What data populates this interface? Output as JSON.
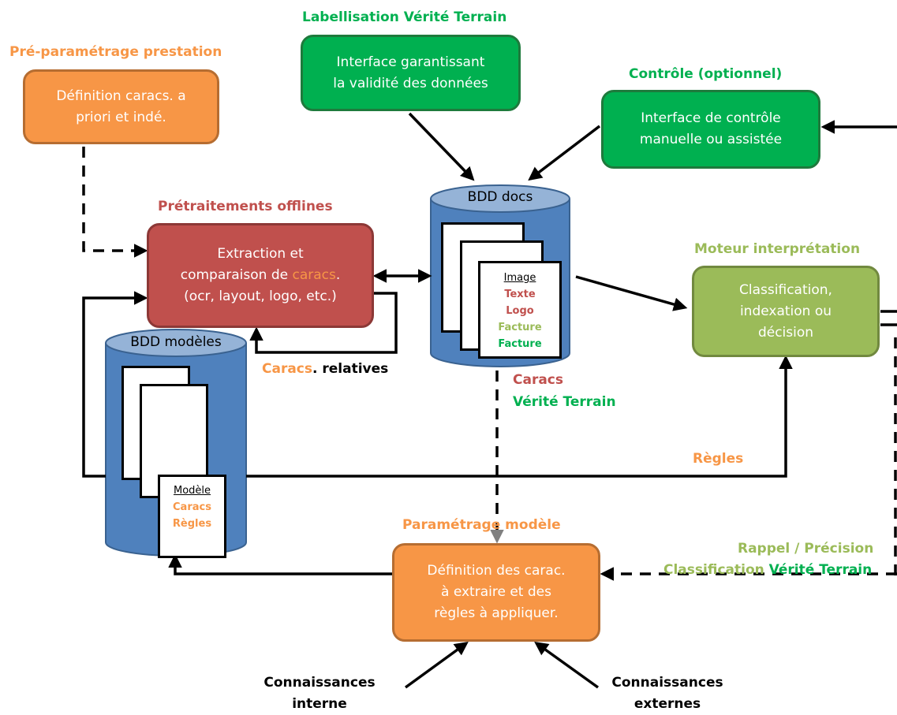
{
  "labels": {
    "pre_param": "Pré-paramétrage prestation",
    "labellisation": "Labellisation Vérité Terrain",
    "controle": "Contrôle (optionnel)",
    "pretraitements": "Prétraitements offlines",
    "moteur": "Moteur interprétation",
    "caracs_relatives_a": "Caracs",
    "caracs_relatives_b": ". relatives",
    "caracs_vt_1": "Caracs",
    "caracs_vt_2": "Vérité Terrain",
    "regles": "Règles",
    "param_modele": "Paramétrage modèle",
    "rappel": "Rappel / Précision",
    "classif_a": "Classification",
    "classif_b": "Vérité Terrain",
    "conn_interne_1": "Connaissances",
    "conn_interne_2": "interne",
    "conn_externes_1": "Connaissances",
    "conn_externes_2": "externes"
  },
  "boxes": {
    "pre_param": {
      "line1": "Définition caracs. a",
      "line2": "priori et indé."
    },
    "labellisation": {
      "line1": "Interface garantissant",
      "line2": "la validité des données"
    },
    "controle": {
      "line1": "Interface de contrôle",
      "line2": "manuelle ou assistée"
    },
    "pretraitements": {
      "line1": "Extraction et",
      "line2a": "comparaison de ",
      "line2b": "caracs",
      "line2c": ".",
      "line3": "(ocr, layout, logo, etc.)"
    },
    "moteur": {
      "line1": "Classification,",
      "line2": "indexation ou",
      "line3": "décision"
    },
    "param_modele": {
      "line1": "Définition des carac.",
      "line2": "à extraire et des",
      "line3": "règles à appliquer."
    }
  },
  "bdd_docs": {
    "title": "BDD docs",
    "items": [
      "Image",
      "Texte",
      "Logo",
      "Facture",
      "Facture"
    ]
  },
  "bdd_modeles": {
    "title": "BDD modèles",
    "items": [
      "Modèle",
      "Caracs",
      "Règles"
    ]
  },
  "colors": {
    "orange": "#F79646",
    "green": "#00B050",
    "red": "#C0504D",
    "light_green": "#9BBB59",
    "cylinder_blue": "#4F81BD",
    "cylinder_top": "#95B3D7"
  }
}
